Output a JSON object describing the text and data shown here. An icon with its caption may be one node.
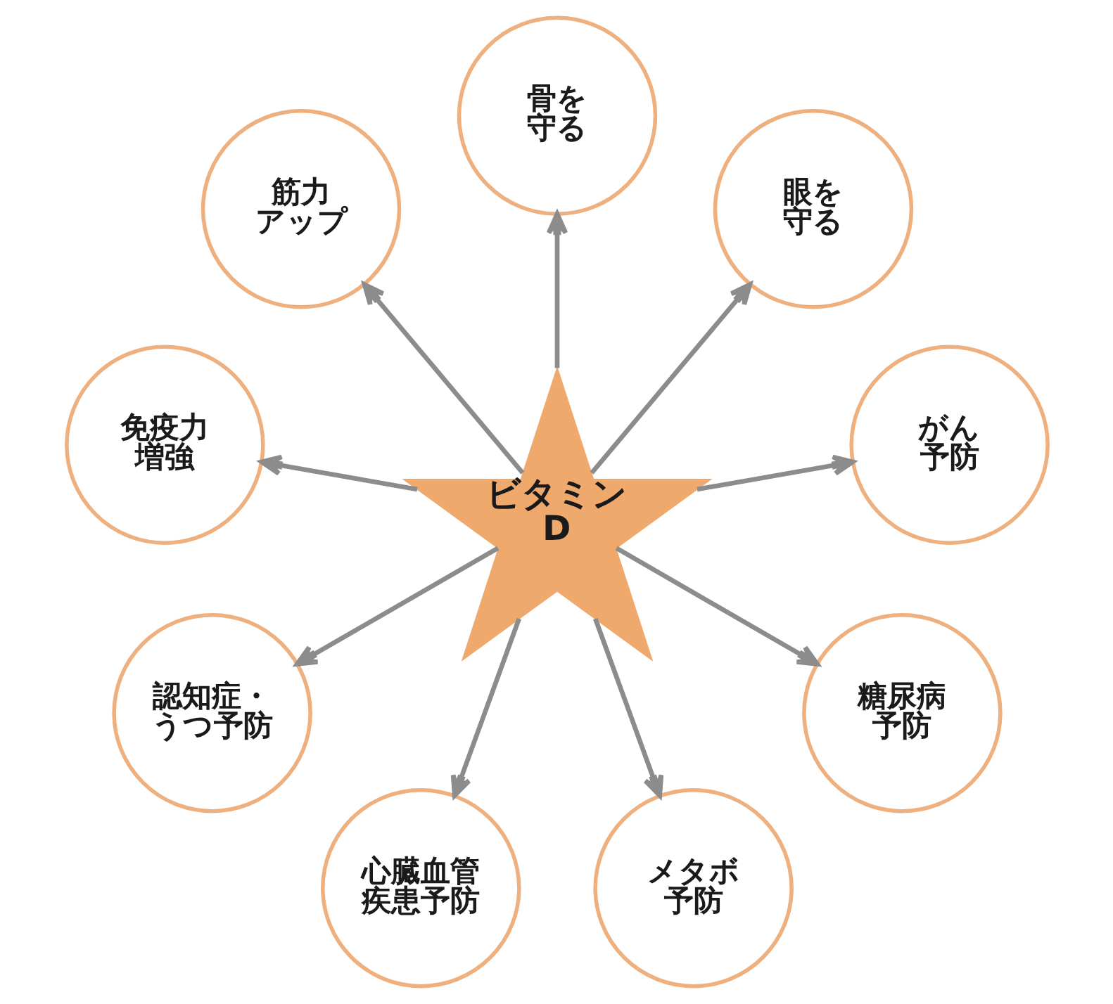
{
  "diagram": {
    "nodes": [
      {
        "text": [
          "ビタミンD"
        ]
      },
      {
        "text": [
          "骨を守る"
        ]
      },
      {
        "text": [
          "眼を守る"
        ]
      },
      {
        "text": [
          "がん予防"
        ]
      },
      {
        "text": [
          "糖尿病予防"
        ]
      },
      {
        "text": [
          "メタボ予防"
        ]
      },
      {
        "text": [
          "心臓血管疾患予防"
        ]
      },
      {
        "text": [
          "認知症・うつ予防"
        ]
      },
      {
        "text": [
          "免疫力増強"
        ]
      },
      {
        "text": [
          "筋力アップ"
        ]
      }
    ],
    "edges": [
      {
        "from": 0,
        "to": 1,
        "arrow": "to"
      },
      {
        "from": 0,
        "to": 2,
        "arrow": "to"
      },
      {
        "from": 0,
        "to": 3,
        "arrow": "to"
      },
      {
        "from": 0,
        "to": 4,
        "arrow": "to"
      },
      {
        "from": 0,
        "to": 5,
        "arrow": "to"
      },
      {
        "from": 0,
        "to": 6,
        "arrow": "to"
      },
      {
        "from": 0,
        "to": 7,
        "arrow": "to"
      },
      {
        "from": 0,
        "to": 8,
        "arrow": "to"
      },
      {
        "from": 0,
        "to": 9,
        "arrow": "to"
      }
    ]
  }
}
